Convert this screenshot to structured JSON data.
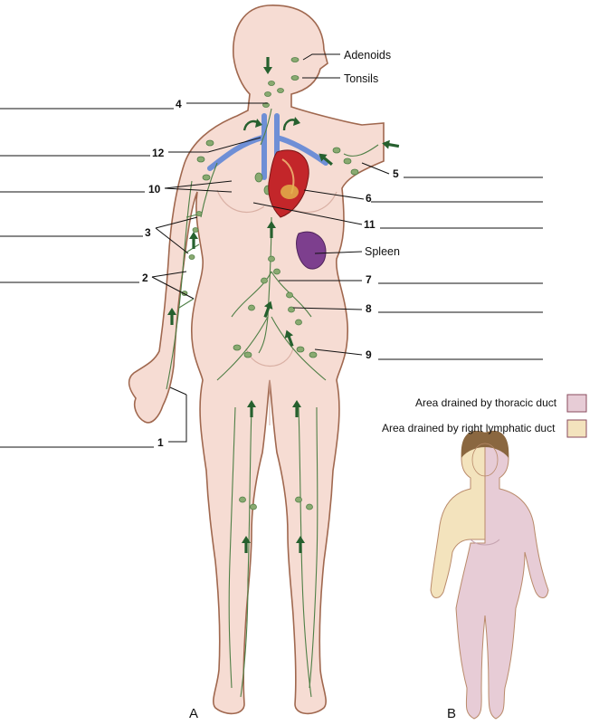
{
  "labels": {
    "adenoids": "Adenoids",
    "tonsils": "Tonsils",
    "spleen": "Spleen",
    "n1": "1",
    "n2": "2",
    "n3": "3",
    "n4": "4",
    "n5": "5",
    "n6": "6",
    "n7": "7",
    "n8": "8",
    "n9": "9",
    "n10": "10",
    "n11": "11",
    "n12": "12"
  },
  "panels": {
    "a": "A",
    "b": "B"
  },
  "legend": {
    "thoracic": {
      "text": "Area drained by thoracic duct",
      "color": "#e7ccd6"
    },
    "right_lymphatic": {
      "text": "Area drained by right lymphatic duct",
      "color": "#f3e3bd"
    }
  },
  "colors": {
    "skin": "#f6dcd3",
    "outline": "#a0684f",
    "lymph": "#4f7f46",
    "node": "#8aaa71",
    "arrow": "#26602e",
    "vein": "#6f8fd6",
    "heart": "#c3262a",
    "spleen": "#7d3f8e"
  }
}
